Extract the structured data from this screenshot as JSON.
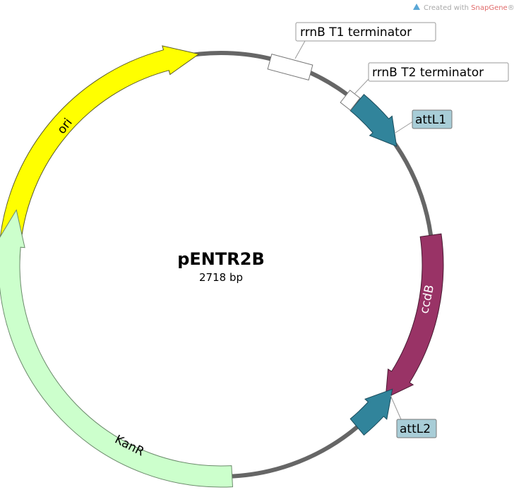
{
  "watermark": {
    "prefix": "Created with ",
    "brand": "SnapGene",
    "mark": "®"
  },
  "plasmid": {
    "name": "pENTR2B",
    "size": "2718 bp"
  },
  "colors": {
    "backbone": "#666666",
    "ori": "#ffff00",
    "ccdB": "#993366",
    "attL": "#31849b",
    "KanR": "#ccffcc",
    "terminator": "#ffffff",
    "attL_label_bg": "#a8cdd7",
    "brand": "#e06b6b"
  },
  "features": {
    "rrnB_T1": {
      "label": "rrnB T1 terminator"
    },
    "rrnB_T2": {
      "label": "rrnB T2 terminator"
    },
    "attL1": {
      "label": "attL1"
    },
    "ccdB": {
      "label": "ccdB"
    },
    "attL2": {
      "label": "attL2"
    },
    "KanR": {
      "label": "KanR"
    },
    "ori": {
      "label": "ori"
    }
  }
}
